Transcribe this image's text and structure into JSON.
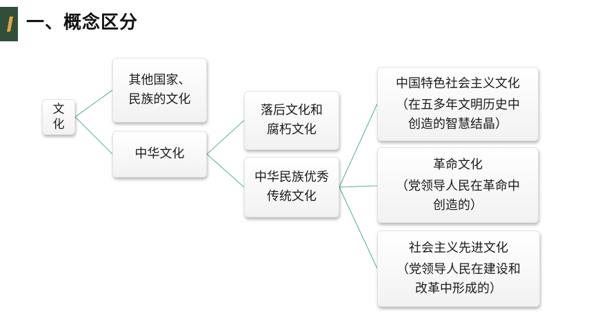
{
  "header": {
    "title": "一、概念区分"
  },
  "colors": {
    "accent_green": "#2f4f3a",
    "accent_orange": "#e8a33b",
    "connector": "#5bb59a"
  },
  "diagram": {
    "root": {
      "lines": [
        "文",
        "化"
      ]
    },
    "level1": [
      {
        "lines": [
          "其他国家、",
          "民族的文化"
        ]
      },
      {
        "lines": [
          "中华文化"
        ]
      }
    ],
    "level2": [
      {
        "lines": [
          "落后文化和",
          "腐朽文化"
        ]
      },
      {
        "lines": [
          "中华民族优秀",
          "传统文化"
        ]
      }
    ],
    "level3": [
      {
        "title": "中国特色社会主义文化",
        "desc": [
          "（在五多年文明历史中",
          "创造的智慧结晶）"
        ]
      },
      {
        "title": "革命文化",
        "desc": [
          "（党领导人民在革命中",
          "创造的）"
        ]
      },
      {
        "title": "社会主义先进文化",
        "desc": [
          "（党领导人民在建设和",
          "改革中形成的）"
        ]
      }
    ]
  }
}
